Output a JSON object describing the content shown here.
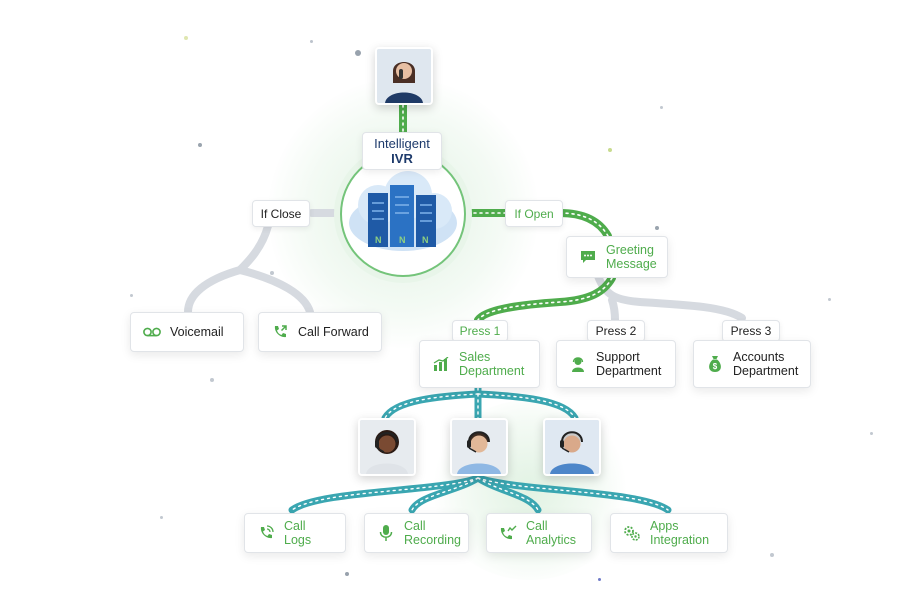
{
  "ivr": {
    "line1": "Intelligent",
    "line2": "IVR"
  },
  "branches": {
    "if_close": "If Close",
    "if_open": "If Open"
  },
  "closed_nodes": [
    {
      "label": "Voicemail",
      "icon": "voicemail-icon"
    },
    {
      "label": "Call Forward",
      "icon": "call-forward-icon"
    }
  ],
  "greeting": {
    "line1": "Greeting",
    "line2": "Message",
    "icon": "chat-bubble-icon"
  },
  "press_tags": [
    "Press 1",
    "Press 2",
    "Press 3"
  ],
  "departments": [
    {
      "line1": "Sales",
      "line2": "Department",
      "icon": "bar-chart-icon"
    },
    {
      "line1": "Support",
      "line2": "Department",
      "icon": "support-agent-icon"
    },
    {
      "line1": "Accounts",
      "line2": "Department",
      "icon": "money-bag-icon"
    }
  ],
  "features": [
    {
      "line1": "Call Logs",
      "line2": "",
      "icon": "call-logs-icon"
    },
    {
      "line1": "Call",
      "line2": "Recording",
      "icon": "microphone-icon"
    },
    {
      "line1": "Call",
      "line2": "Analytics",
      "icon": "call-analytics-icon"
    },
    {
      "line1": "Apps",
      "line2": "Integration",
      "icon": "apps-integration-icon"
    }
  ],
  "colors": {
    "green": "#4fac4c",
    "teal": "#3aa6b1",
    "gray_path": "#d6dae0",
    "navy": "#1d3a6b"
  }
}
